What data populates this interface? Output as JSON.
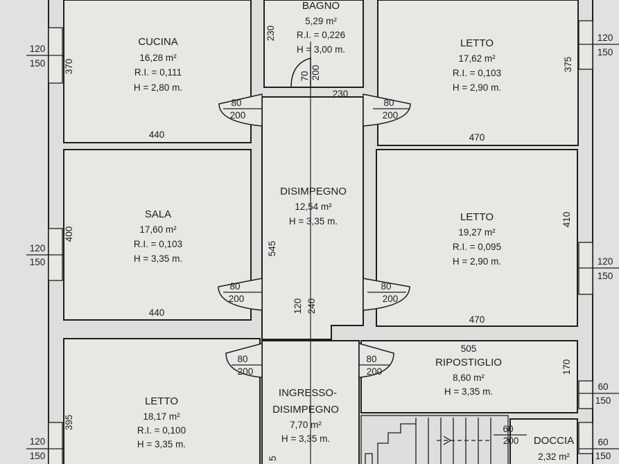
{
  "rooms": {
    "bagno": {
      "name": "BAGNO",
      "area": "5,29 m²",
      "ri": "R.I. = 0,226",
      "h": "H = 3,00 m."
    },
    "cucina": {
      "name": "CUCINA",
      "area": "16,28 m²",
      "ri": "R.I. = 0,111",
      "h": "H = 2,80 m."
    },
    "letto1": {
      "name": "LETTO",
      "area": "17,62 m²",
      "ri": "R.I. = 0,103",
      "h": "H = 2,90 m."
    },
    "sala": {
      "name": "SALA",
      "area": "17,60 m²",
      "ri": "R.I. = 0,103",
      "h": "H = 3,35 m."
    },
    "disimpegno": {
      "name": "DISIMPEGNO",
      "area": "12,54 m²",
      "h": "H = 3,35 m."
    },
    "letto2": {
      "name": "LETTO",
      "area": "19,27 m²",
      "ri": "R.I. = 0,095",
      "h": "H = 2,90 m."
    },
    "ripostiglio": {
      "name": "RIPOSTIGLIO",
      "area": "8,60 m²",
      "h": "H = 3,35 m."
    },
    "letto3": {
      "name": "LETTO",
      "area": "18,17 m²",
      "ri": "R.I. = 0,100",
      "h": "H = 3,35 m."
    },
    "ingresso": {
      "name1": "INGRESSO-",
      "name2": "DISIMPEGNO",
      "area": "7,70 m²",
      "h": "H = 3,35 m."
    },
    "doccia": {
      "name": "DOCCIA",
      "area": "2,32 m²"
    }
  },
  "dimensions": {
    "d230a": "230",
    "d230b": "230",
    "d70": "70",
    "d200a": "200",
    "d370": "370",
    "d375": "375",
    "d440a": "440",
    "d470a": "470",
    "d400": "400",
    "d410": "410",
    "d545": "545",
    "d440b": "440",
    "d470b": "470",
    "d120": "120",
    "d240": "240",
    "d505": "505",
    "d170": "170",
    "d395": "395",
    "d5": "5"
  },
  "windows": {
    "w1": {
      "top": "120",
      "bottom": "150"
    },
    "w2": {
      "top": "120",
      "bottom": "150"
    },
    "w3": {
      "top": "120",
      "bottom": "150"
    },
    "w4": {
      "top": "120",
      "bottom": "150"
    },
    "w5": {
      "top": "120",
      "bottom": "150"
    },
    "w6": {
      "top": "60",
      "bottom": "150"
    },
    "w7": {
      "top": "60",
      "bottom": "150"
    }
  },
  "doors": {
    "dr1": {
      "top": "80",
      "bottom": "200"
    },
    "dr2": {
      "top": "80",
      "bottom": "200"
    },
    "dr3": {
      "top": "80",
      "bottom": "200"
    },
    "dr4": {
      "top": "80",
      "bottom": "200"
    },
    "dr5": {
      "top": "80",
      "bottom": "200"
    },
    "dr6": {
      "top": "80",
      "bottom": "200"
    },
    "dr7": {
      "top": "60",
      "bottom": "200"
    }
  },
  "colors": {
    "background": "#dfe2de",
    "room": "#e6e8e4",
    "line": "#1d1d1d"
  }
}
